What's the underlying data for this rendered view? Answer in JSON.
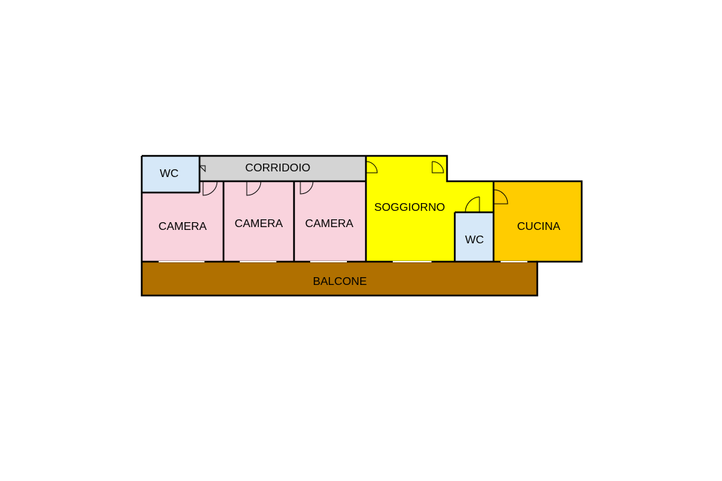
{
  "colors": {
    "wc": "#d6e8f8",
    "corridoio": "#d4d4d4",
    "camera": "#f9d3dd",
    "soggiorno": "#ffff00",
    "cucina": "#ffcc00",
    "balcone": "#b07000"
  },
  "rooms": {
    "wc_left": "WC",
    "corridoio": "CORRIDOIO",
    "camera_1": "CAMERA",
    "camera_2": "CAMERA",
    "camera_3": "CAMERA",
    "soggiorno": "SOGGIORNO",
    "wc_right": "WC",
    "cucina": "CUCINA",
    "balcone": "BALCONE"
  }
}
